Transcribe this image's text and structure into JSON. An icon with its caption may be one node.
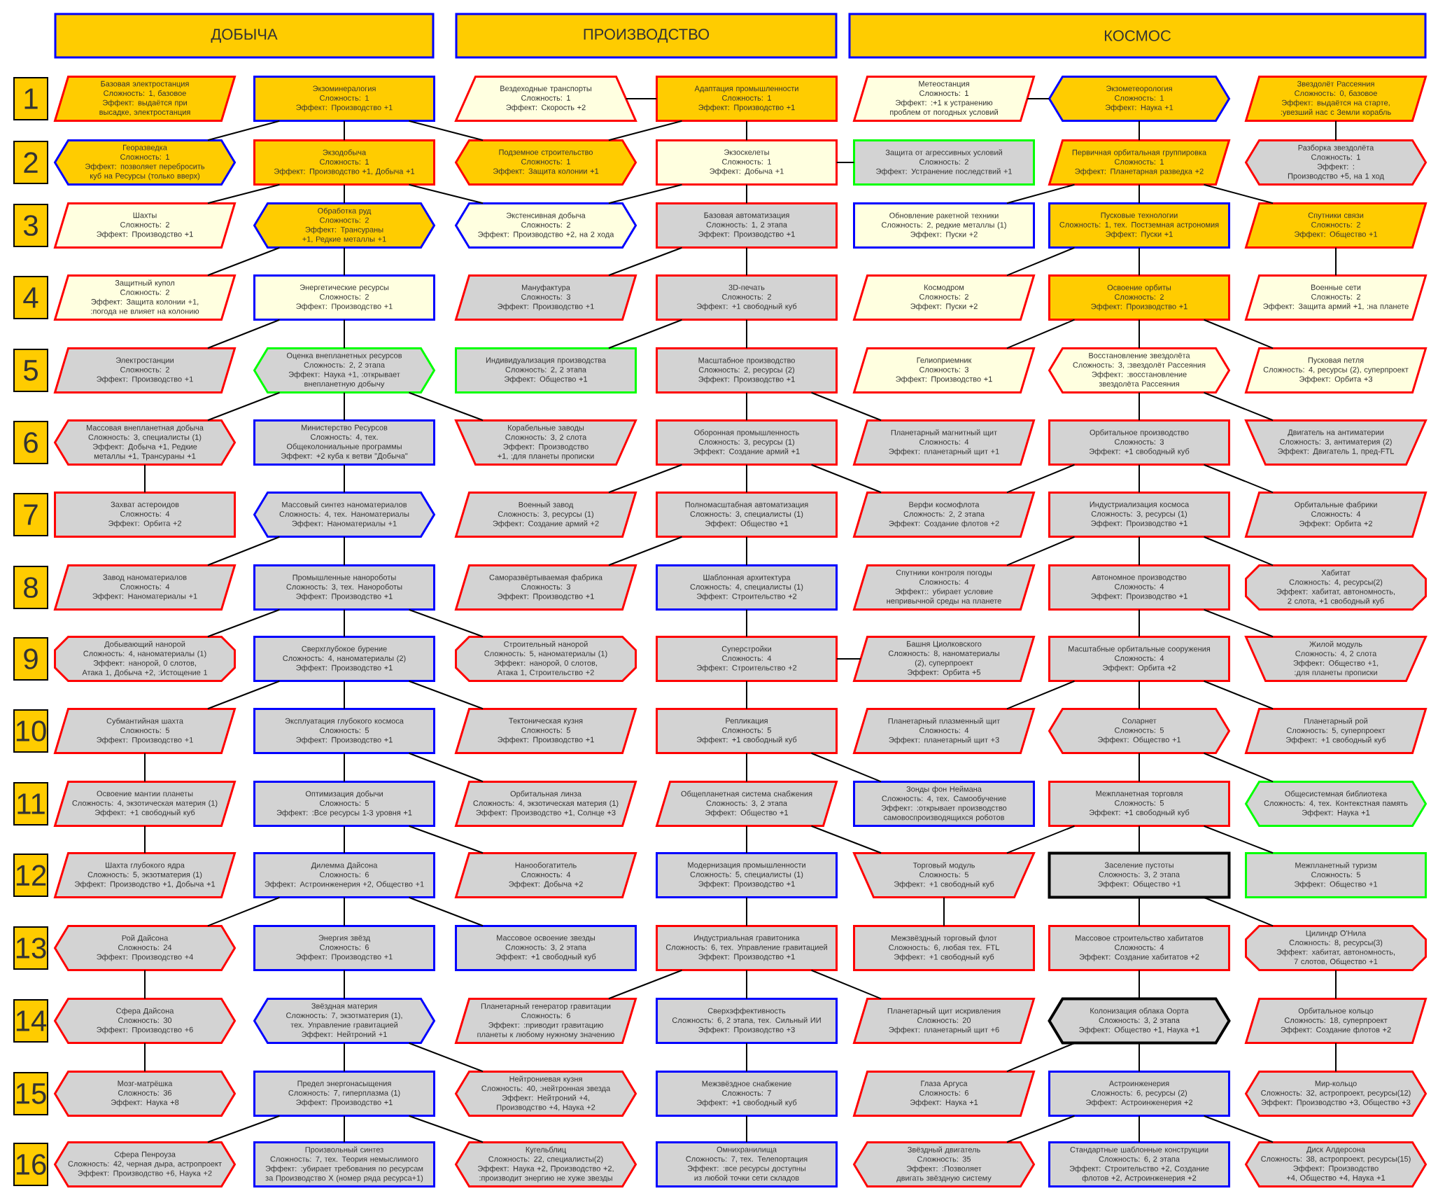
{
  "diagram": {
    "nodes": [
      {
        "text": [
          "ДОБЫЧА"
        ]
      },
      {
        "text": [
          "ПРОИЗВОДСТВО"
        ]
      },
      {
        "text": [
          "КОСМОС"
        ]
      },
      {
        "text": [
          "1"
        ]
      },
      {
        "text": [
          "Базовая электростанция",
          "Сложность: 1, базовое",
          "Эффект: выдаётся при высадке, электростанция"
        ]
      },
      {
        "text": [
          "Экзоминералогия",
          "Сложность: 1",
          "Эффект: Производство +1"
        ]
      },
      {
        "text": [
          "Вездеходные транспорты",
          "Сложность: 1",
          "Эффект: Скорость +2"
        ]
      },
      {
        "text": [
          "Адаптация промышленности",
          "Сложность: 1",
          "Эффект: Производство +1"
        ]
      },
      {
        "text": [
          "Метеостанция",
          "Сложность: 1",
          "Эффект: :+1 к устранению проблем от погодных условий"
        ]
      },
      {
        "text": [
          "Экзометеорология",
          "Сложность: 1",
          "Эффект: Наука +1"
        ]
      },
      {
        "text": [
          "Звездолёт Рассеяния",
          "Сложность: 0, базовое",
          "Эффект: выдаётся на старте, :увезший нас с Земли корабль"
        ]
      },
      {
        "text": [
          "2"
        ]
      },
      {
        "text": [
          "Георазведка",
          "Сложность: 1",
          "Эффект: позволяет перебросить куб на Ресурсы (только вверх)"
        ]
      },
      {
        "text": [
          "Экзодобыча",
          "Сложность: 1",
          "Эффект: Производство +1, Добыча +1"
        ]
      },
      {
        "text": [
          "Подземное строительство",
          "Сложность: 1",
          "Эффект: Защита колонии +1"
        ]
      },
      {
        "text": [
          "Экзоскелеты",
          "Сложность: 1",
          "Эффект: Добыча +1"
        ]
      },
      {
        "text": [
          "Защита от агрессивных условий",
          "Сложность: 2",
          "Эффект: Устранение последствий +1"
        ]
      },
      {
        "text": [
          "Первичная орбитальная группировка",
          "Сложность: 1",
          "Эффект: Планетарная разведка +2"
        ]
      },
      {
        "text": [
          "Разборка звездолёта",
          "Сложность: 1",
          "Эффект: :",
          "Производство +5, на 1 ход"
        ]
      },
      {
        "text": [
          "3"
        ]
      },
      {
        "text": [
          "Шахты",
          "Сложность: 2",
          "Эффект: Производство +1"
        ]
      },
      {
        "text": [
          "Обработка руд",
          "Сложность: 2",
          "Эффект: Трансураны +1, Редкие металлы +1"
        ]
      },
      {
        "text": [
          "Экстенсивная добыча",
          "Сложность: 2",
          "Эффект: Производство +2, на 2 хода"
        ]
      },
      {
        "text": [
          "Базовая автоматизация",
          "Сложность: 1, 2 этапа",
          "Эффект: Производство +1"
        ]
      },
      {
        "text": [
          "Обновление ракетной техники",
          "Сложность: 2, редкие металлы (1)",
          "Эффект: Пуски +2"
        ]
      },
      {
        "text": [
          "Пусковые технологии",
          "Сложность: 1, тех. Постземная астрономия",
          "Эффект: Пуски +1"
        ]
      },
      {
        "text": [
          "Спутники связи",
          "Сложность: 2",
          "Эффект: Общество +1"
        ]
      },
      {
        "text": [
          "4"
        ]
      },
      {
        "text": [
          "Защитный купол",
          "Сложность: 2",
          "Эффект: Защита колонии +1, :погода не влияет на колонию"
        ]
      },
      {
        "text": [
          "Энергетические ресурсы",
          "Сложность: 2",
          "Эффект: Производство +1"
        ]
      },
      {
        "text": [
          "Мануфактура",
          "Сложность: 3",
          "Эффект: Производство +1"
        ]
      },
      {
        "text": [
          "3D-печать",
          "Сложность: 2",
          "Эффект: +1 свободный куб"
        ]
      },
      {
        "text": [
          "Космодром",
          "Сложность: 2",
          "Эффект: Пуски +2"
        ]
      },
      {
        "text": [
          "Освоение орбиты",
          "Сложность: 2",
          "Эффект: Производство +1"
        ]
      },
      {
        "text": [
          "Военные сети",
          "Сложность: 2",
          "Эффект: Защита армий +1, :на планете"
        ]
      },
      {
        "text": [
          "5"
        ]
      },
      {
        "text": [
          "Электростанции",
          "Сложность: 2",
          "Эффект: Производство +1"
        ]
      },
      {
        "text": [
          "Оценка внепланетных ресурсов",
          "Сложность: 2, 2 этапа",
          "Эффект: Наука +1, :открывает внепланетную добычу"
        ]
      },
      {
        "text": [
          "Индивидуализация производства",
          "Сложность: 2, 2 этапа",
          "Эффект: Общество +1"
        ]
      },
      {
        "text": [
          "Масштабное производство",
          "Сложность: 2, ресурсы (2)",
          "Эффект: Производство +1"
        ]
      },
      {
        "text": [
          "Гелиоприемник",
          "Сложность: 3",
          "Эффект: Производство +1"
        ]
      },
      {
        "text": [
          "Восстановление звездолёта",
          "Сложность: 3, :звездолёт Рассеяния",
          "Эффект: :восстановление звездолёта Рассеяния"
        ]
      },
      {
        "text": [
          "Пусковая петля",
          "Сложность: 4, ресурсы (2), суперпроект",
          "Эффект: Орбита +3"
        ]
      },
      {
        "text": [
          "6"
        ]
      },
      {
        "text": [
          "Массовая внепланетная добыча",
          "Сложность: 3, специалисты (1)",
          "Эффект: Добыча +1, Редкие металлы +1, Трансураны +1"
        ]
      },
      {
        "text": [
          "Министерство Ресурсов",
          "Сложность: 4, тех. Общеколониальные программы",
          "Эффект: +2 куба к ветви \"Добыча\""
        ]
      },
      {
        "text": [
          "Корабельные заводы",
          "Сложность: 3, 2 слота",
          "Эффект: Производство +1, :для планеты прописки"
        ]
      },
      {
        "text": [
          "Оборонная промышленность",
          "Сложность: 3, ресурсы (1)",
          "Эффект: Создание армий +1"
        ]
      },
      {
        "text": [
          "Планетарный магнитный щит",
          "Сложность: 4",
          "Эффект: планетарный щит +1"
        ]
      },
      {
        "text": [
          "Орбитальное производство",
          "Сложность: 3",
          "Эффект: +1 свободный куб"
        ]
      },
      {
        "text": [
          "Двигатель на антиматерии",
          "Сложность: 3, антиматерия (2)",
          "Эффект: Двигатель 1, пред-FTL"
        ]
      },
      {
        "text": [
          "7"
        ]
      },
      {
        "text": [
          "Захват астероидов",
          "Сложность: 4",
          "Эффект: Орбита +2"
        ]
      },
      {
        "text": [
          "Массовый синтез наноматериалов",
          "Сложность: 4, тех. Наноматериалы",
          "Эффект: Наноматериалы +1"
        ]
      },
      {
        "text": [
          "Военный завод",
          "Сложность: 3, ресурсы (1)",
          "Эффект: Создание армий +2"
        ]
      },
      {
        "text": [
          "Полномасштабная автоматизация",
          "Сложность: 3, специалисты (1)",
          "Эффект: Общество +1"
        ]
      },
      {
        "text": [
          "Верфи космофлота",
          "Сложность: 2, 2 этапа",
          "Эффект: Создание флотов +2"
        ]
      },
      {
        "text": [
          "Индустриализация космоса",
          "Сложность: 3, ресурсы (1)",
          "Эффект: Производство +1"
        ]
      },
      {
        "text": [
          "Орбитальные фабрики",
          "Сложность: 4",
          "Эффект: Орбита +2"
        ]
      },
      {
        "text": [
          "8"
        ]
      },
      {
        "text": [
          "Завод наноматериалов",
          "Сложность: 4",
          "Эффект: Наноматериалы +1"
        ]
      },
      {
        "text": [
          "Промышленные нанороботы",
          "Сложность: 3, тех. Нанороботы",
          "Эффект: Производство +1"
        ]
      },
      {
        "text": [
          "Саморазвёртываемая фабрика",
          "Сложность: 3",
          "Эффект: Производство +1"
        ]
      },
      {
        "text": [
          "Шаблонная архитектура",
          "Сложность: 4, специалисты (1)",
          "Эффект: Строительство +2"
        ]
      },
      {
        "text": [
          "Спутники контроля погоды",
          "Сложность: 4",
          "Эффект:: убирает условие непривычной среды на планете"
        ]
      },
      {
        "text": [
          "Автономное производство",
          "Сложность: 4",
          "Эффект: Производство +1"
        ]
      },
      {
        "text": [
          "Хабитат",
          "Сложность: 4, ресурсы(2)",
          "Эффект: хабитат, автономность, 2 слота, +1 свободный куб"
        ]
      },
      {
        "text": [
          "9"
        ]
      },
      {
        "text": [
          "Добывающий нанорой",
          "Сложность: 4, наноматериалы (1)",
          "Эффект: нанорой, 0 слотов, Атака 1, Добыча +2, :Истощение 1"
        ]
      },
      {
        "text": [
          "Сверхглубокое бурение",
          "Сложность: 4, наноматериалы (2)",
          "Эффект: Производство +1"
        ]
      },
      {
        "text": [
          "Строительный нанорой",
          "Сложность: 5, наноматериалы (1)",
          "Эффект: нанорой, 0 слотов, Атака 1, Строительство +2"
        ]
      },
      {
        "text": [
          "Суперстройки",
          "Сложность: 4",
          "Эффект: Строительство +2"
        ]
      },
      {
        "text": [
          "Башня Циолковского",
          "Сложность: 8, наноматериалы (2), суперпроект",
          "Эффект: Орбита +5"
        ]
      },
      {
        "text": [
          "Масштабные орбитальные сооружения",
          "Сложность: 4",
          "Эффект: Орбита +2"
        ]
      },
      {
        "text": [
          "Жилой модуль",
          "Сложность: 4, 2 слота",
          "Эффект: Общество +1, :для планеты прописки"
        ]
      },
      {
        "text": [
          "10"
        ]
      },
      {
        "text": [
          "Субмантийная шахта",
          "Сложность: 5",
          "Эффект: Производство +1"
        ]
      },
      {
        "text": [
          "Эксплуатация глубокого космоса",
          "Сложность: 5",
          "Эффект: Производство +1"
        ]
      },
      {
        "text": [
          "Тектоническая кузня",
          "Сложность: 5",
          "Эффект: Производство +1"
        ]
      },
      {
        "text": [
          "Репликация",
          "Сложность: 5",
          "Эффект: +1 свободный куб"
        ]
      },
      {
        "text": [
          "Планетарный плазменный щит",
          "Сложность: 4",
          "Эффект: планетарный щит +3"
        ]
      },
      {
        "text": [
          "Соларнет",
          "Сложность: 5",
          "Эффект: Общество +1"
        ]
      },
      {
        "text": [
          "Планетарный рой",
          "Сложность: 5, суперпроект",
          "Эффект: +1 свободный куб"
        ]
      },
      {
        "text": [
          "11"
        ]
      },
      {
        "text": [
          "Освоение мантии планеты",
          "Сложность: 4, экзотическая материя (1)",
          "Эффект: +1 свободный куб"
        ]
      },
      {
        "text": [
          "Оптимизация добычи",
          "Сложность: 5",
          "Эффект: :Все ресурсы 1-3 уровня +1"
        ]
      },
      {
        "text": [
          "Орбитальная линза",
          "Сложность: 4, экзотическая материя (1)",
          "Эффект: Производство +1, Солнце +3"
        ]
      },
      {
        "text": [
          "Общепланетная система снабжения",
          "Сложность: 3, 2 этапа",
          "Эффект: Общество +1"
        ]
      },
      {
        "text": [
          "Зонды фон Неймана",
          "Сложность: 4, тех. Самообучение",
          "Эффект: :открывает производство самовоспроизводящихся роботов"
        ]
      },
      {
        "text": [
          "Межпланетная торговля",
          "Сложность: 5",
          "Эффект: +1 свободный куб"
        ]
      },
      {
        "text": [
          "Общесистемная библиотека",
          "Сложность: 4, тех. Контекстная память",
          "Эффект: Наука +1"
        ]
      },
      {
        "text": [
          "12"
        ]
      },
      {
        "text": [
          "Шахта глубокого ядра",
          "Сложность: 5, экзотматерия (1)",
          "Эффект: Производство +1, Добыча +1"
        ]
      },
      {
        "text": [
          "Дилемма Дайсона",
          "Сложность: 6",
          "Эффект: Астроинженерия +2, Общество +1"
        ]
      },
      {
        "text": [
          "Нанообогатитель",
          "Сложность: 4",
          "Эффект: Добыча +2"
        ]
      },
      {
        "text": [
          "Модернизация промышленности",
          "Сложность: 5, специалисты (1)",
          "Эффект: Производство +1"
        ]
      },
      {
        "text": [
          "Торговый модуль",
          "Сложность: 5",
          "Эффект: +1 свободный куб"
        ]
      },
      {
        "text": [
          "Заселение пустоты",
          "Сложность: 3, 2 этапа",
          "Эффект: Общество +1"
        ]
      },
      {
        "text": [
          "Межпланетный туризм",
          "Сложность: 5",
          "Эффект: Общество +1"
        ]
      },
      {
        "text": [
          "13"
        ]
      },
      {
        "text": [
          "Рой Дайсона",
          "Сложность: 24",
          "Эффект: Производство +4"
        ]
      },
      {
        "text": [
          "Энергия звёзд",
          "Сложность: 6",
          "Эффект: Производство +1"
        ]
      },
      {
        "text": [
          "Массовое освоение звезды",
          "Сложность: 3, 2 этапа",
          "Эффект: +1 свободный куб"
        ]
      },
      {
        "text": [
          "Индустриальная гравитоника",
          "Сложность: 6, тех. Управление гравитацией",
          "Эффект: Производство +1"
        ]
      },
      {
        "text": [
          "Межзвёздный торговый флот",
          "Сложность: 6, любая тех. FTL",
          "Эффект: +1 свободный куб"
        ]
      },
      {
        "text": [
          "Массовое строительство хабитатов",
          "Сложность: 4",
          "Эффект: Создание хабитатов +2"
        ]
      },
      {
        "text": [
          "Цилиндр О'Нила",
          "Сложность: 8, ресурсы(3)",
          "Эффект: хабитат, автономность, 7 слотов, Общество +1"
        ]
      },
      {
        "text": [
          "14"
        ]
      },
      {
        "text": [
          "Сфера Дайсона",
          "Сложность: 30",
          "Эффект: Производство +6"
        ]
      },
      {
        "text": [
          "Звёздная материя",
          "Сложность: 7, экзотматерия (1), тех. Управление гравитацией",
          "Эффект: Нейтроний +1"
        ]
      },
      {
        "text": [
          "Планетарный генератор гравитации",
          "Сложность: 6",
          "Эффект: :приводит гравитацию планеты к любому нужному значению"
        ]
      },
      {
        "text": [
          "Сверхэффективность",
          "Сложность: 6, 2 этапа, тех. Сильный ИИ",
          "Эффект: Производство +3"
        ]
      },
      {
        "text": [
          "Планетарный щит искривления",
          "Сложность: 20",
          "Эффект: планетарный щит +6"
        ]
      },
      {
        "text": [
          "Колонизация облака Оорта",
          "Сложность: 3, 2 этапа",
          "Эффект: Общество +1, Наука +1"
        ]
      },
      {
        "text": [
          "Орбитальное кольцо",
          "Сложность: 18, суперпроект",
          "Эффект: Создание флотов +2"
        ]
      },
      {
        "text": [
          "15"
        ]
      },
      {
        "text": [
          "Мозг-матрёшка",
          "Сложность: 36",
          "Эффект: Наука +8"
        ]
      },
      {
        "text": [
          "Предел энергонасыщения",
          "Сложность: 7, гиперплазма (1)",
          "Эффект: Производство +1"
        ]
      },
      {
        "text": [
          "Нейтрониевая кузня",
          "Сложность: 40, :нейтронная звезда",
          "Эффект: Нейтроний +4, Производство +4, Наука +2"
        ]
      },
      {
        "text": [
          "Межзвёздное снабжение",
          "Сложность: 7",
          "Эффект: +1 свободный куб"
        ]
      },
      {
        "text": [
          "Глаза Аргуса",
          "Сложность: 6",
          "Эффект: Наука +1"
        ]
      },
      {
        "text": [
          "Астроинженерия",
          "Сложность: 6, ресурсы (2)",
          "Эффект: Астроинженерия +2"
        ]
      },
      {
        "text": [
          "Мир-кольцо",
          "Сложность: 32, астропроект, ресурсы(12)",
          "Эффект: Производство +3, Общество +3"
        ]
      },
      {
        "text": [
          "16"
        ]
      },
      {
        "text": [
          "Сфера Пенроуза",
          "Сложность: 42, черная дыра, астропроект",
          "Эффект: Производство +6, Наука +2"
        ]
      },
      {
        "text": [
          "Произвольный синтез",
          "Сложность: 7, тех. Теория немыслимого",
          "Эффект: :убирает требования по ресурсам за Производство X (номер ряда ресурса+1)"
        ]
      },
      {
        "text": [
          "Кугельблиц",
          "Сложность: 22, специалисты(2)",
          "Эффект: Наука +2, Производство +2, :производит энергию не хуже звезды"
        ]
      },
      {
        "text": [
          "Омнихранилища",
          "Сложность: 7, тех. Телепортация",
          "Эффект: :все ресурсы доступны из любой точки сети складов"
        ]
      },
      {
        "text": [
          "Звёздный двигатель",
          "Сложность: 35",
          "Эффект: :Позволяет двигать звёздную систему"
        ]
      },
      {
        "text": [
          "Стандартные шаблонные конструкции",
          "Сложность: 6, 2 этапа",
          "Эффект: Строительство +2, Создание флотов +2, Астроинженерия +2"
        ]
      },
      {
        "text": [
          "Диск Алдерсона",
          "Сложность: 38, астропроект, ресурсы(15)",
          "Эффект: Производство +4, Общество +4, Наука +1"
        ]
      }
    ],
    "edges": [
      {
        "from": 5,
        "to": 12,
        "arrow": "none"
      },
      {
        "from": 5,
        "to": 13,
        "arrow": "none"
      },
      {
        "from": 5,
        "to": 14,
        "arrow": "none"
      },
      {
        "from": 13,
        "to": 20,
        "arrow": "none"
      },
      {
        "from": 13,
        "to": 21,
        "arrow": "none"
      },
      {
        "from": 13,
        "to": 22,
        "arrow": "none"
      },
      {
        "from": 21,
        "to": 28,
        "arrow": "none"
      },
      {
        "from": 21,
        "to": 29,
        "arrow": "none"
      },
      {
        "from": 29,
        "to": 36,
        "arrow": "none"
      },
      {
        "from": 29,
        "to": 37,
        "arrow": "none"
      },
      {
        "from": 37,
        "to": 44,
        "arrow": "none"
      },
      {
        "from": 37,
        "to": 45,
        "arrow": "none"
      },
      {
        "from": 37,
        "to": 46,
        "arrow": "none"
      },
      {
        "from": 44,
        "to": 52,
        "arrow": "none"
      },
      {
        "from": 45,
        "to": 53,
        "arrow": "none"
      },
      {
        "from": 53,
        "to": 60,
        "arrow": "none"
      },
      {
        "from": 53,
        "to": 61,
        "arrow": "none"
      },
      {
        "from": 61,
        "to": 68,
        "arrow": "none"
      },
      {
        "from": 61,
        "to": 69,
        "arrow": "none"
      },
      {
        "from": 61,
        "to": 70,
        "arrow": "none"
      },
      {
        "from": 69,
        "to": 76,
        "arrow": "none"
      },
      {
        "from": 69,
        "to": 77,
        "arrow": "none"
      },
      {
        "from": 69,
        "to": 78,
        "arrow": "none"
      },
      {
        "from": 76,
        "to": 84,
        "arrow": "none"
      },
      {
        "from": 77,
        "to": 85,
        "arrow": "none"
      },
      {
        "from": 77,
        "to": 86,
        "arrow": "none"
      },
      {
        "from": 84,
        "to": 92,
        "arrow": "none"
      },
      {
        "from": 85,
        "to": 93,
        "arrow": "none"
      },
      {
        "from": 85,
        "to": 94,
        "arrow": "none"
      },
      {
        "from": 93,
        "to": 100,
        "arrow": "none"
      },
      {
        "from": 93,
        "to": 101,
        "arrow": "none"
      },
      {
        "from": 93,
        "to": 102,
        "arrow": "none"
      },
      {
        "from": 100,
        "to": 108,
        "arrow": "none"
      },
      {
        "from": 101,
        "to": 109,
        "arrow": "none"
      },
      {
        "from": 108,
        "to": 116,
        "arrow": "none"
      },
      {
        "from": 109,
        "to": 117,
        "arrow": "none"
      },
      {
        "from": 109,
        "to": 118,
        "arrow": "none"
      },
      {
        "from": 117,
        "to": 124,
        "arrow": "none"
      },
      {
        "from": 117,
        "to": 125,
        "arrow": "none"
      },
      {
        "from": 117,
        "to": 126,
        "arrow": "none"
      },
      {
        "from": 6,
        "to": 7,
        "arrow": "none"
      },
      {
        "from": 7,
        "to": 14,
        "arrow": "none"
      },
      {
        "from": 7,
        "to": 15,
        "arrow": "none"
      },
      {
        "from": 15,
        "to": 22,
        "arrow": "none"
      },
      {
        "from": 15,
        "to": 16,
        "arrow": "none"
      },
      {
        "from": 15,
        "to": 23,
        "arrow": "none"
      },
      {
        "from": 23,
        "to": 30,
        "arrow": "none"
      },
      {
        "from": 23,
        "to": 31,
        "arrow": "none"
      },
      {
        "from": 31,
        "to": 38,
        "arrow": "none"
      },
      {
        "from": 31,
        "to": 39,
        "arrow": "none"
      },
      {
        "from": 39,
        "to": 47,
        "arrow": "none"
      },
      {
        "from": 39,
        "to": 48,
        "arrow": "none"
      },
      {
        "from": 47,
        "to": 54,
        "arrow": "none"
      },
      {
        "from": 47,
        "to": 55,
        "arrow": "none"
      },
      {
        "from": 47,
        "to": 56,
        "arrow": "none"
      },
      {
        "from": 55,
        "to": 62,
        "arrow": "none"
      },
      {
        "from": 55,
        "to": 63,
        "arrow": "none"
      },
      {
        "from": 63,
        "to": 71,
        "arrow": "none"
      },
      {
        "from": 71,
        "to": 72,
        "arrow": "none"
      },
      {
        "from": 71,
        "to": 79,
        "arrow": "none"
      },
      {
        "from": 79,
        "to": 87,
        "arrow": "none"
      },
      {
        "from": 79,
        "to": 88,
        "arrow": "none"
      },
      {
        "from": 87,
        "to": 95,
        "arrow": "none"
      },
      {
        "from": 87,
        "to": 96,
        "arrow": "none"
      },
      {
        "from": 96,
        "to": 104,
        "arrow": "none"
      },
      {
        "from": 95,
        "to": 103,
        "arrow": "none"
      },
      {
        "from": 103,
        "to": 110,
        "arrow": "none"
      },
      {
        "from": 103,
        "to": 111,
        "arrow": "none"
      },
      {
        "from": 103,
        "to": 112,
        "arrow": "none"
      },
      {
        "from": 111,
        "to": 119,
        "arrow": "none"
      },
      {
        "from": 119,
        "to": 127,
        "arrow": "none"
      },
      {
        "from": 8,
        "to": 9,
        "arrow": "none"
      },
      {
        "from": 9,
        "to": 17,
        "arrow": "none"
      },
      {
        "from": 10,
        "to": 18,
        "arrow": "none"
      },
      {
        "from": 17,
        "to": 24,
        "arrow": "none"
      },
      {
        "from": 17,
        "to": 25,
        "arrow": "none"
      },
      {
        "from": 17,
        "to": 26,
        "arrow": "none"
      },
      {
        "from": 25,
        "to": 32,
        "arrow": "none"
      },
      {
        "from": 25,
        "to": 33,
        "arrow": "none"
      },
      {
        "from": 26,
        "to": 34,
        "arrow": "none"
      },
      {
        "from": 33,
        "to": 40,
        "arrow": "none"
      },
      {
        "from": 33,
        "to": 41,
        "arrow": "none"
      },
      {
        "from": 33,
        "to": 42,
        "arrow": "none"
      },
      {
        "from": 41,
        "to": 49,
        "arrow": "none"
      },
      {
        "from": 41,
        "to": 50,
        "arrow": "none"
      },
      {
        "from": 49,
        "to": 56,
        "arrow": "none"
      },
      {
        "from": 49,
        "to": 57,
        "arrow": "none"
      },
      {
        "from": 49,
        "to": 58,
        "arrow": "none"
      },
      {
        "from": 57,
        "to": 64,
        "arrow": "none"
      },
      {
        "from": 57,
        "to": 65,
        "arrow": "none"
      },
      {
        "from": 57,
        "to": 66,
        "arrow": "none"
      },
      {
        "from": 65,
        "to": 73,
        "arrow": "none"
      },
      {
        "from": 65,
        "to": 74,
        "arrow": "none"
      },
      {
        "from": 73,
        "to": 80,
        "arrow": "none"
      },
      {
        "from": 73,
        "to": 81,
        "arrow": "none"
      },
      {
        "from": 73,
        "to": 82,
        "arrow": "none"
      },
      {
        "from": 81,
        "to": 89,
        "arrow": "none"
      },
      {
        "from": 81,
        "to": 90,
        "arrow": "none"
      },
      {
        "from": 89,
        "to": 96,
        "arrow": "none"
      },
      {
        "from": 89,
        "to": 97,
        "arrow": "none"
      },
      {
        "from": 89,
        "to": 98,
        "arrow": "none"
      },
      {
        "from": 97,
        "to": 105,
        "arrow": "none"
      },
      {
        "from": 97,
        "to": 106,
        "arrow": "none"
      },
      {
        "from": 105,
        "to": 113,
        "arrow": "none"
      },
      {
        "from": 106,
        "to": 114,
        "arrow": "none"
      },
      {
        "from": 113,
        "to": 120,
        "arrow": "none"
      },
      {
        "from": 113,
        "to": 121,
        "arrow": "none"
      },
      {
        "from": 114,
        "to": 122,
        "arrow": "none"
      },
      {
        "from": 121,
        "to": 128,
        "arrow": "none"
      },
      {
        "from": 121,
        "to": 129,
        "arrow": "none"
      },
      {
        "from": 121,
        "to": 130,
        "arrow": "none"
      }
    ]
  }
}
